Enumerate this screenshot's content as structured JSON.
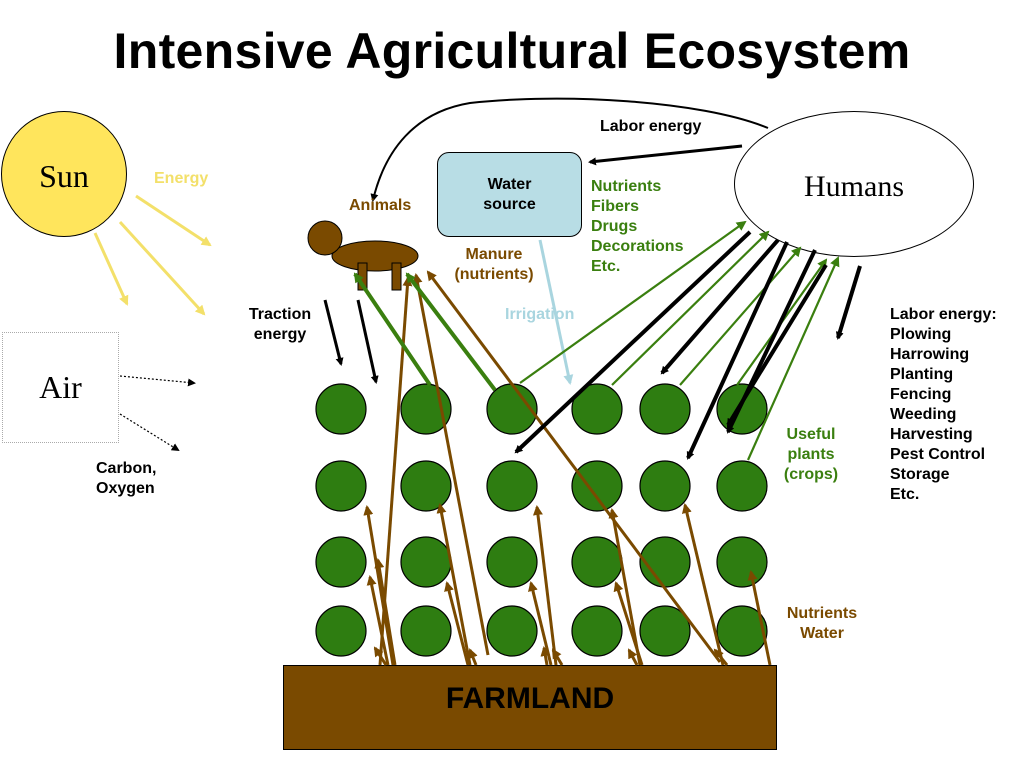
{
  "title": "Intensive Agricultural Ecosystem",
  "nodes": {
    "sun": "Sun",
    "air": "Air",
    "humans": "Humans",
    "water_source": "Water\nsource",
    "farmland": "FARMLAND"
  },
  "labels": {
    "energy": "Energy",
    "carbon_oxygen": "Carbon,\nOxygen",
    "animals": "Animals",
    "manure": "Manure\n(nutrients)",
    "traction_energy": "Traction\nenergy",
    "irrigation": "Irrigation",
    "labor_energy_top": "Labor energy",
    "products": "Nutrients\nFibers\nDrugs\nDecorations\nEtc.",
    "useful_plants": "Useful\nplants\n(crops)",
    "nutrients_water": "Nutrients\nWater",
    "labor_energy_list": "Labor energy:\nPlowing\nHarrowing\nPlanting\nFencing\nWeeding\nHarvesting\nPest Control\nStorage\nEtc."
  },
  "colors": {
    "sun_fill": "#ffe55c",
    "plant_fill": "#2e7d11",
    "soil": "#7a4a00",
    "water_fill": "#b8dde5",
    "green_text": "#3a7f0f",
    "energy_yellow": "#f3e06a"
  },
  "icons": {
    "animal": "cow-icon",
    "plant": "plant-circle-icon"
  }
}
